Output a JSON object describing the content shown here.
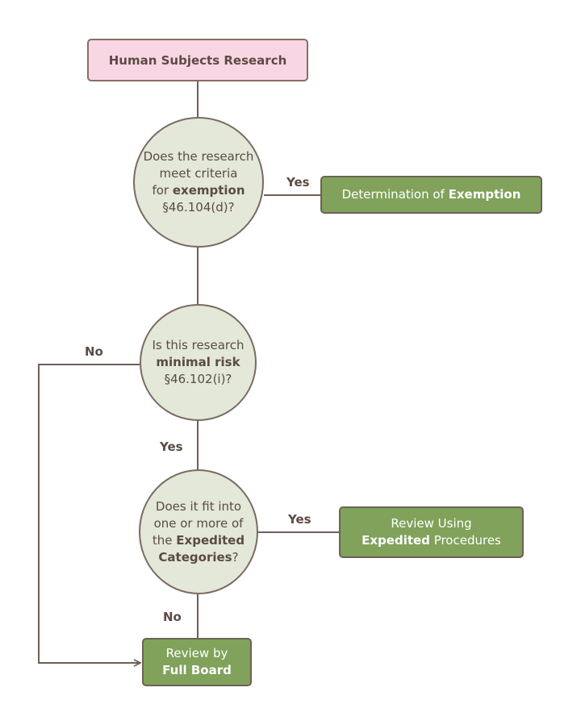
{
  "start": {
    "label": "Human Subjects Research"
  },
  "q1": {
    "line1": "Does the research",
    "line2": "meet criteria",
    "line3_a": "for ",
    "line3_b": "exemption",
    "line4": "§46.104(d)?"
  },
  "q2": {
    "line1": "Is this research",
    "line2": "minimal risk",
    "line3": "§46.102(i)?"
  },
  "q3": {
    "line1": "Does it fit into",
    "line2": "one or more of",
    "line3_a": "the ",
    "line3_b": "Expedited",
    "line4_a": "Categories",
    "line4_b": "?"
  },
  "exemption": {
    "text": "Determination of ",
    "bold": "Exemption"
  },
  "expedited": {
    "line1": "Review Using",
    "bold": "Expedited",
    "rest": " Procedures"
  },
  "full_board": {
    "line1": "Review by",
    "bold": "Full Board"
  },
  "labels": {
    "yes1": "Yes",
    "no1": "No",
    "yes2": "Yes",
    "yes3": "Yes",
    "no2": "No"
  },
  "colors": {
    "start_fill": "#f9d6e4",
    "decision_fill": "#e3e8d8",
    "outcome_fill": "#80a25a",
    "line": "#6d5f58",
    "text": "#5b4b44"
  }
}
